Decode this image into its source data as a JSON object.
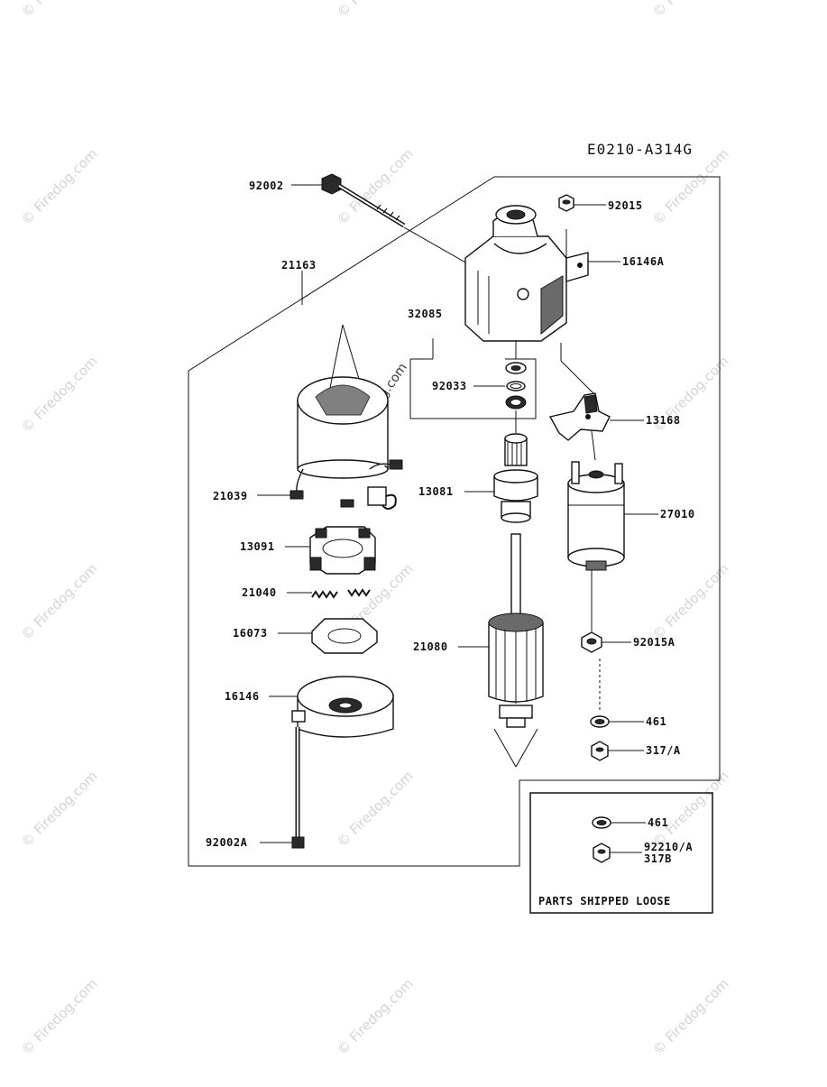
{
  "diagram_code": "E0210-A314G",
  "watermark": "© Firedog.com",
  "loose_box": {
    "title": "PARTS SHIPPED LOOSE"
  },
  "labels": {
    "p92002": "92002",
    "p92015": "92015",
    "p16146A": "16146A",
    "p21163": "21163",
    "p32085": "32085",
    "p92033": "92033",
    "p13168": "13168",
    "p21039": "21039",
    "p13081": "13081",
    "p27010": "27010",
    "p13091": "13091",
    "p21040": "21040",
    "p92015A": "92015A",
    "p16073": "16073",
    "p21080": "21080",
    "p16146": "16146",
    "p461": "461",
    "p317A": "317/A",
    "p92002A": "92002A",
    "p461_loose": "461",
    "p92210A": "92210/A",
    "p317B": "317B"
  }
}
